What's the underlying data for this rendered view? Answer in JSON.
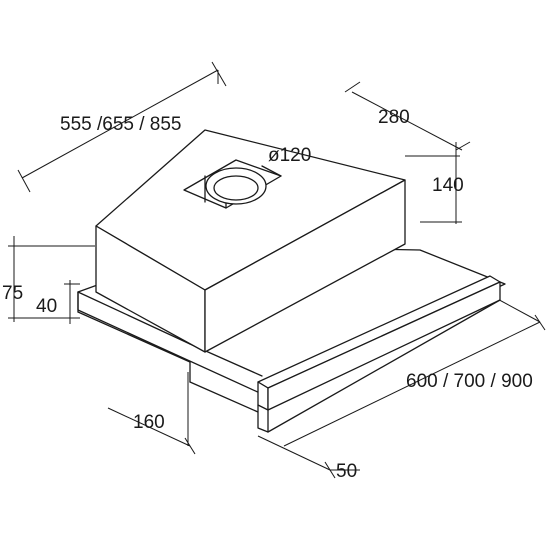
{
  "dimensions": {
    "hood_width": "555 /655 / 855",
    "hood_depth": "280",
    "duct_diameter": "ø120",
    "hood_height": "140",
    "front_height": "75",
    "base_height": "40",
    "cabinet_width": "600 / 700 / 900",
    "side_offset": "160",
    "visor_depth": "50"
  }
}
